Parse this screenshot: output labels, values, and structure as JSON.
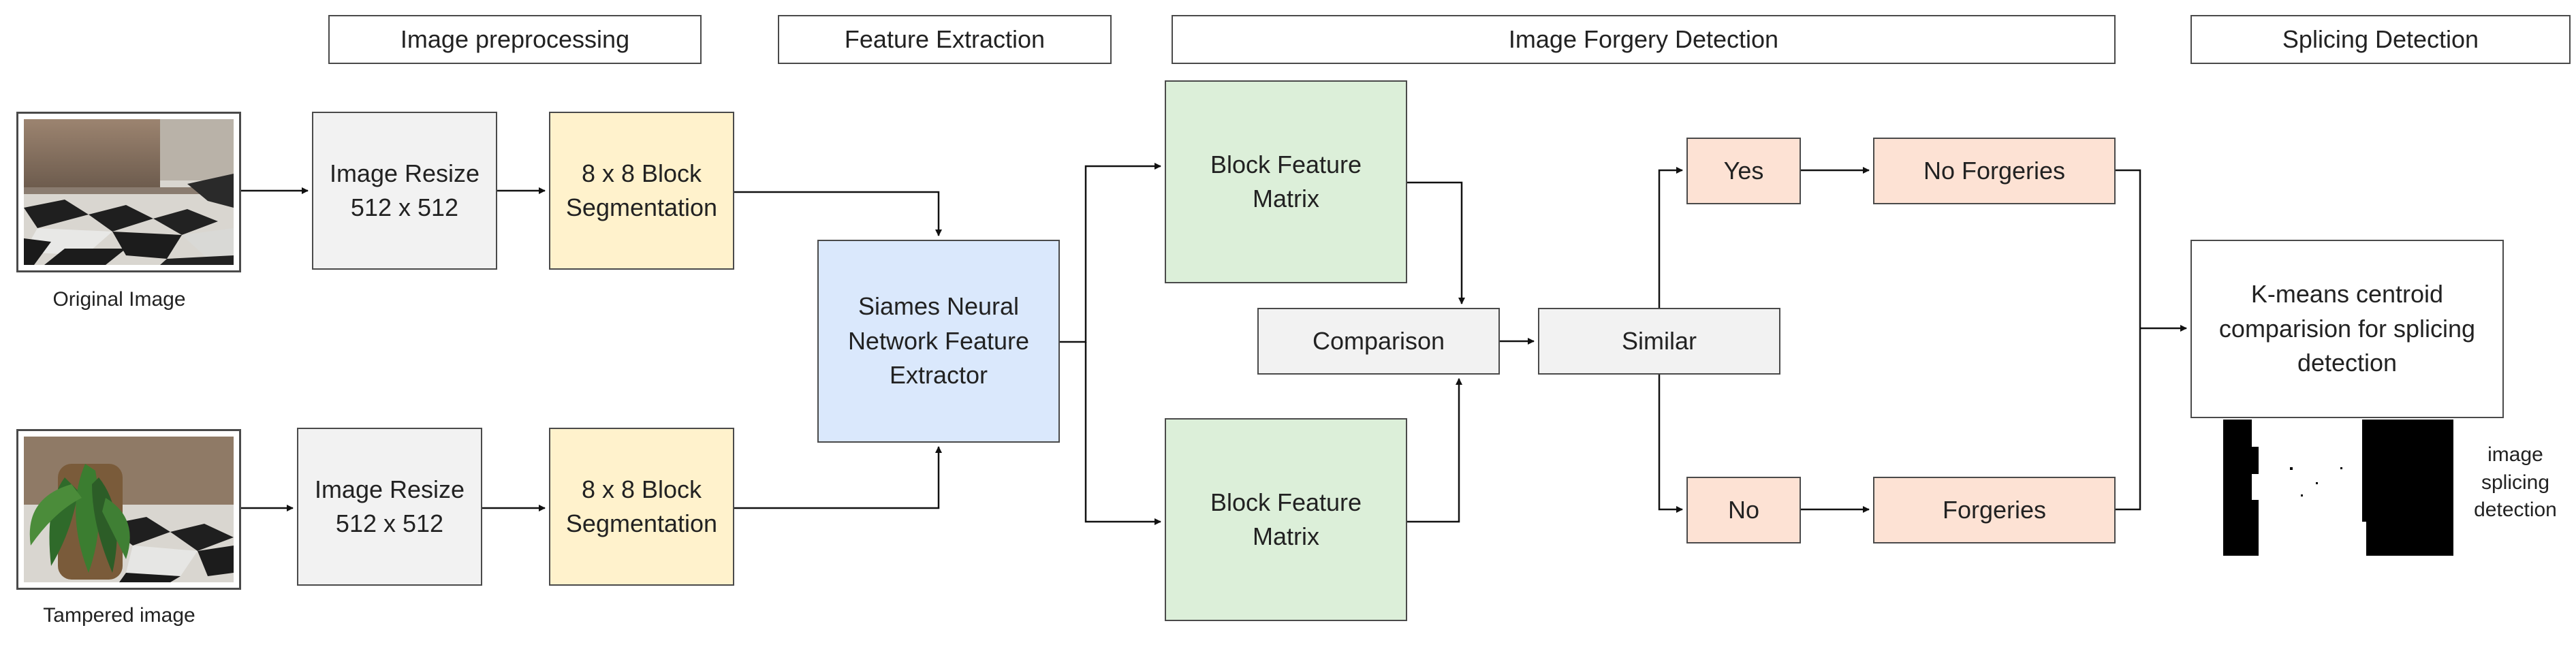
{
  "headers": {
    "preprocessing": "Image preprocessing",
    "feature_extraction": "Feature Extraction",
    "forgery_detection": "Image Forgery Detection",
    "splicing_detection": "Splicing Detection"
  },
  "inputs": {
    "original_caption": "Original Image",
    "tampered_caption": "Tampered image"
  },
  "preprocessing": {
    "resize_top": "Image Resize\n512 x 512",
    "segment_top": "8 x 8 Block\nSegmentation",
    "resize_bottom": "Image Resize\n512 x 512",
    "segment_bottom": "8 x 8 Block\nSegmentation"
  },
  "extractor": "Siames Neural\nNetwork Feature\nExtractor",
  "matrices": {
    "top": "Block Feature\nMatrix",
    "bottom": "Block Feature\nMatrix"
  },
  "comparison": "Comparison",
  "similar": "Similar",
  "decision": {
    "yes": "Yes",
    "no": "No",
    "no_forgeries": "No Forgeries",
    "forgeries": "Forgeries"
  },
  "kmeans": "K-means centroid\ncomparision for splicing\ndetection",
  "result_caption": "image\nsplicing\ndetection",
  "colors": {
    "gray": "#f2f2f2",
    "yellow": "#fff2cc",
    "blue": "#dae8fc",
    "green": "#dcefd9",
    "peach": "#fde2d4",
    "stroke": "#4a4a4a"
  }
}
